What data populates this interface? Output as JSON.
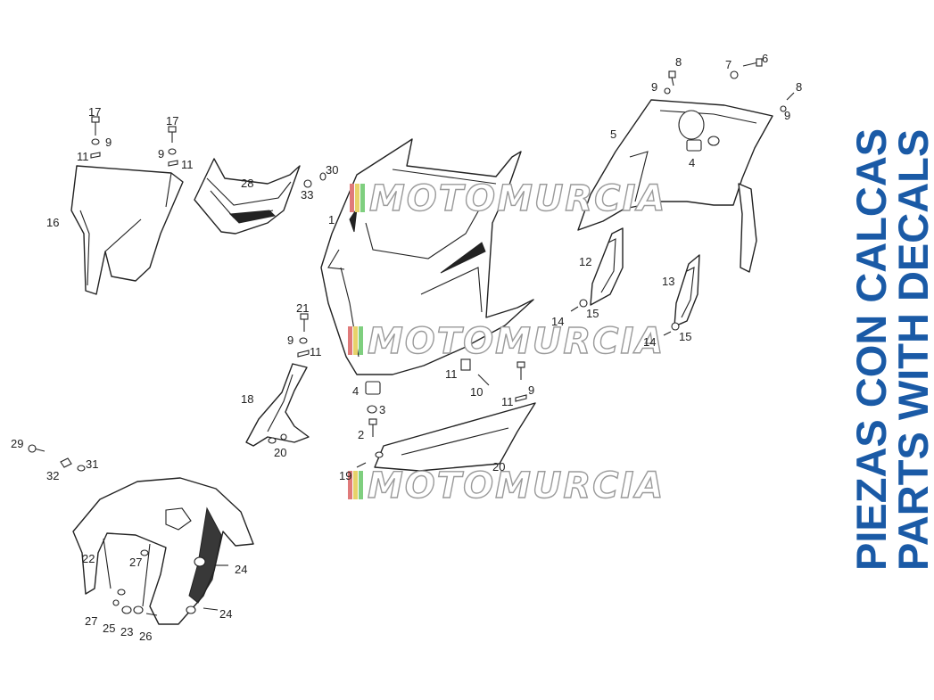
{
  "title_es": "PIEZAS CON CALCAS",
  "title_en": "PARTS WITH DECALS",
  "watermark": "MOTOMURCIA",
  "colors": {
    "title": "#1a5aa6",
    "watermark_stroke": "#9a9a9a",
    "line": "#222222"
  },
  "callouts": {
    "c1": "1",
    "c2": "2",
    "c3": "3",
    "c4a": "4",
    "c4b": "4",
    "c5": "5",
    "c6": "6",
    "c7": "7",
    "c8a": "8",
    "c8b": "8",
    "c9a": "9",
    "c9b": "9",
    "c9c": "9",
    "c9d": "9",
    "c9e": "9",
    "c9f": "9",
    "c10": "10",
    "c11a": "11",
    "c11b": "11",
    "c11c": "11",
    "c11d": "11",
    "c11e": "11",
    "c12": "12",
    "c13": "13",
    "c14a": "14",
    "c14b": "14",
    "c15a": "15",
    "c15b": "15",
    "c16": "16",
    "c17a": "17",
    "c17b": "17",
    "c18": "18",
    "c19": "19",
    "c20a": "20",
    "c20b": "20",
    "c21": "21",
    "c22": "22",
    "c23": "23",
    "c24a": "24",
    "c24b": "24",
    "c25": "25",
    "c26": "26",
    "c27a": "27",
    "c27b": "27",
    "c28": "28",
    "c29": "29",
    "c30": "30",
    "c31": "31",
    "c32": "32",
    "c33": "33"
  }
}
